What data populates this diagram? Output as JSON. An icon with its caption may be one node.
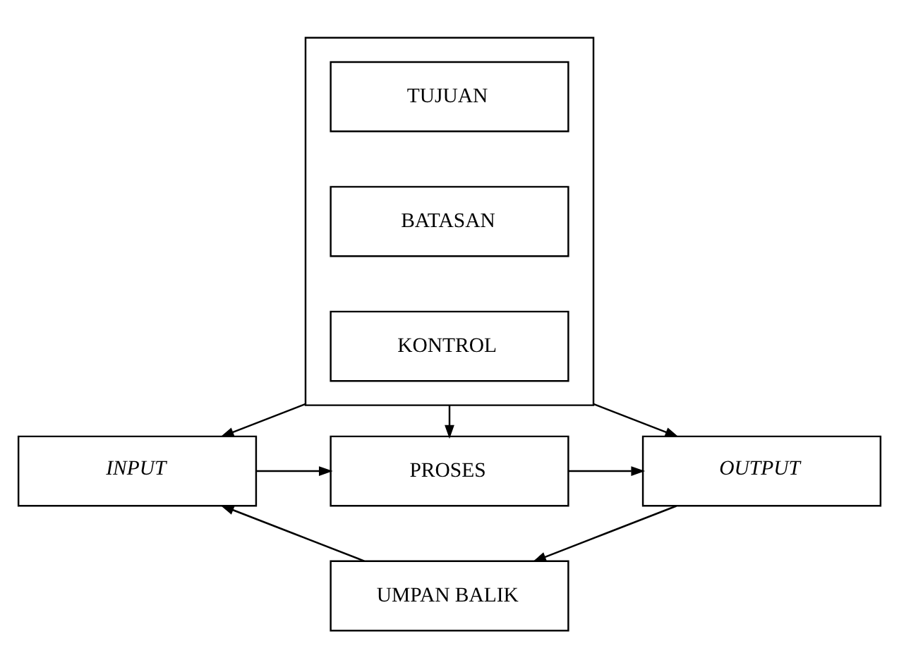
{
  "diagram": {
    "nodes": [
      {
        "text": [],
        "shape": "box"
      },
      {
        "text": [
          "TUJUAN"
        ],
        "in": 0
      },
      {
        "text": [
          "BATASAN"
        ],
        "in": 0
      },
      {
        "text": [
          "KONTROL"
        ],
        "in": 0
      },
      {
        "text": [
          "INPUT"
        ]
      },
      {
        "text": [
          "PROSES"
        ]
      },
      {
        "text": [
          "OUTPUT"
        ]
      },
      {
        "text": [
          "UMPAN BALIK"
        ]
      }
    ],
    "edges": [
      {
        "from": 0,
        "to": 4,
        "arrow": "to"
      },
      {
        "from": 0,
        "to": 5,
        "arrow": "to"
      },
      {
        "from": 0,
        "to": 6,
        "arrow": "to"
      },
      {
        "from": 4,
        "to": 5,
        "arrow": "to"
      },
      {
        "from": 5,
        "to": 6,
        "arrow": "to"
      },
      {
        "from": 6,
        "to": 7,
        "arrow": "to"
      },
      {
        "from": 7,
        "to": 4,
        "arrow": "to"
      }
    ]
  }
}
